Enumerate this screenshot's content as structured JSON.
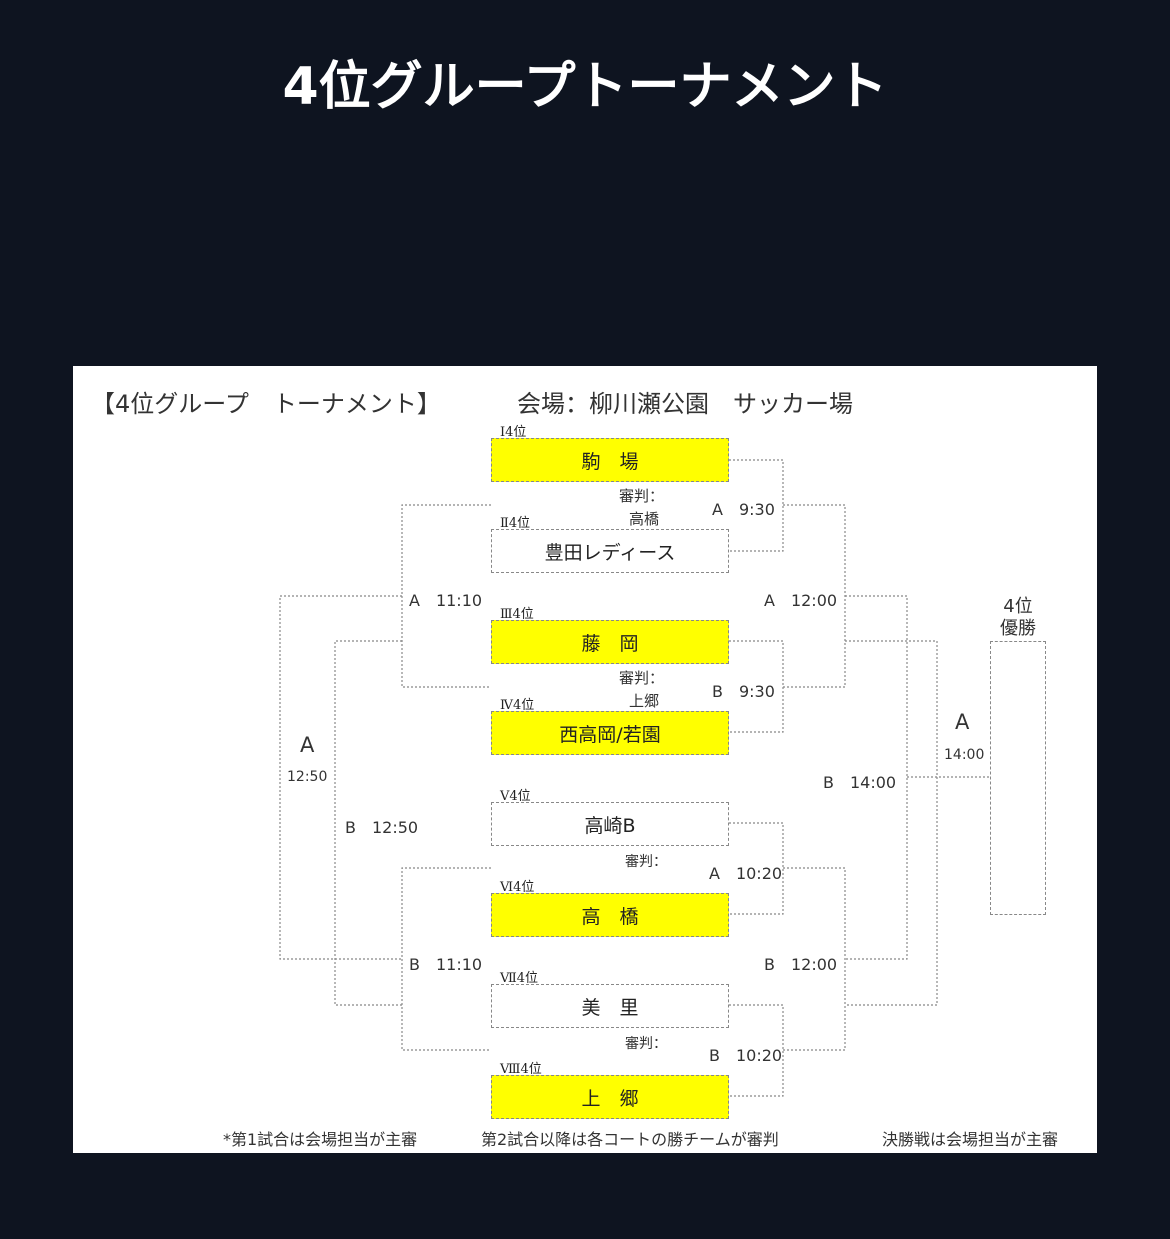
{
  "page_title": "4位グループトーナメント",
  "header": {
    "title": "【4位グループ　トーナメント】",
    "venue": "会場：柳川瀬公園　サッカー場"
  },
  "teams": [
    {
      "seed": "Ⅰ4位",
      "name": "駒　場",
      "highlight": true
    },
    {
      "seed": "Ⅱ4位",
      "name": "豊田レディース",
      "highlight": false
    },
    {
      "seed": "Ⅲ4位",
      "name": "藤　岡",
      "highlight": true
    },
    {
      "seed": "Ⅳ4位",
      "name": "西高岡/若園",
      "highlight": true
    },
    {
      "seed": "Ⅴ4位",
      "name": "高崎B",
      "highlight": false
    },
    {
      "seed": "Ⅵ4位",
      "name": "高　橋",
      "highlight": true
    },
    {
      "seed": "Ⅶ4位",
      "name": "美　里",
      "highlight": false
    },
    {
      "seed": "Ⅷ4位",
      "name": "上　郷",
      "highlight": true
    }
  ],
  "referees": [
    {
      "label": "審判：",
      "name": "高橋"
    },
    {
      "label": "審判：",
      "name": "上郷"
    },
    {
      "label": "審判：",
      "name": ""
    },
    {
      "label": "審判：",
      "name": ""
    }
  ],
  "matches": {
    "r1": [
      "A　9:30",
      "B　9:30",
      "A　10:20",
      "B　10:20"
    ],
    "r2": [
      "A　12:00",
      "B　12:00"
    ],
    "final": {
      "court": "A",
      "time": "14:00"
    },
    "third": "B　14:00",
    "left_inner_top": "A　11:10",
    "left_inner_bottom": "B　11:10",
    "left_mid": "B　12:50",
    "left_outer": {
      "court": "A",
      "time": "12:50"
    }
  },
  "winner_label_line1": "4位",
  "winner_label_line2": "優勝",
  "footer": {
    "note1": "*第1試合は会場担当が主審",
    "note2": "第2試合以降は各コートの勝チームが審判",
    "note3": "決勝戦は会場担当が主審"
  }
}
